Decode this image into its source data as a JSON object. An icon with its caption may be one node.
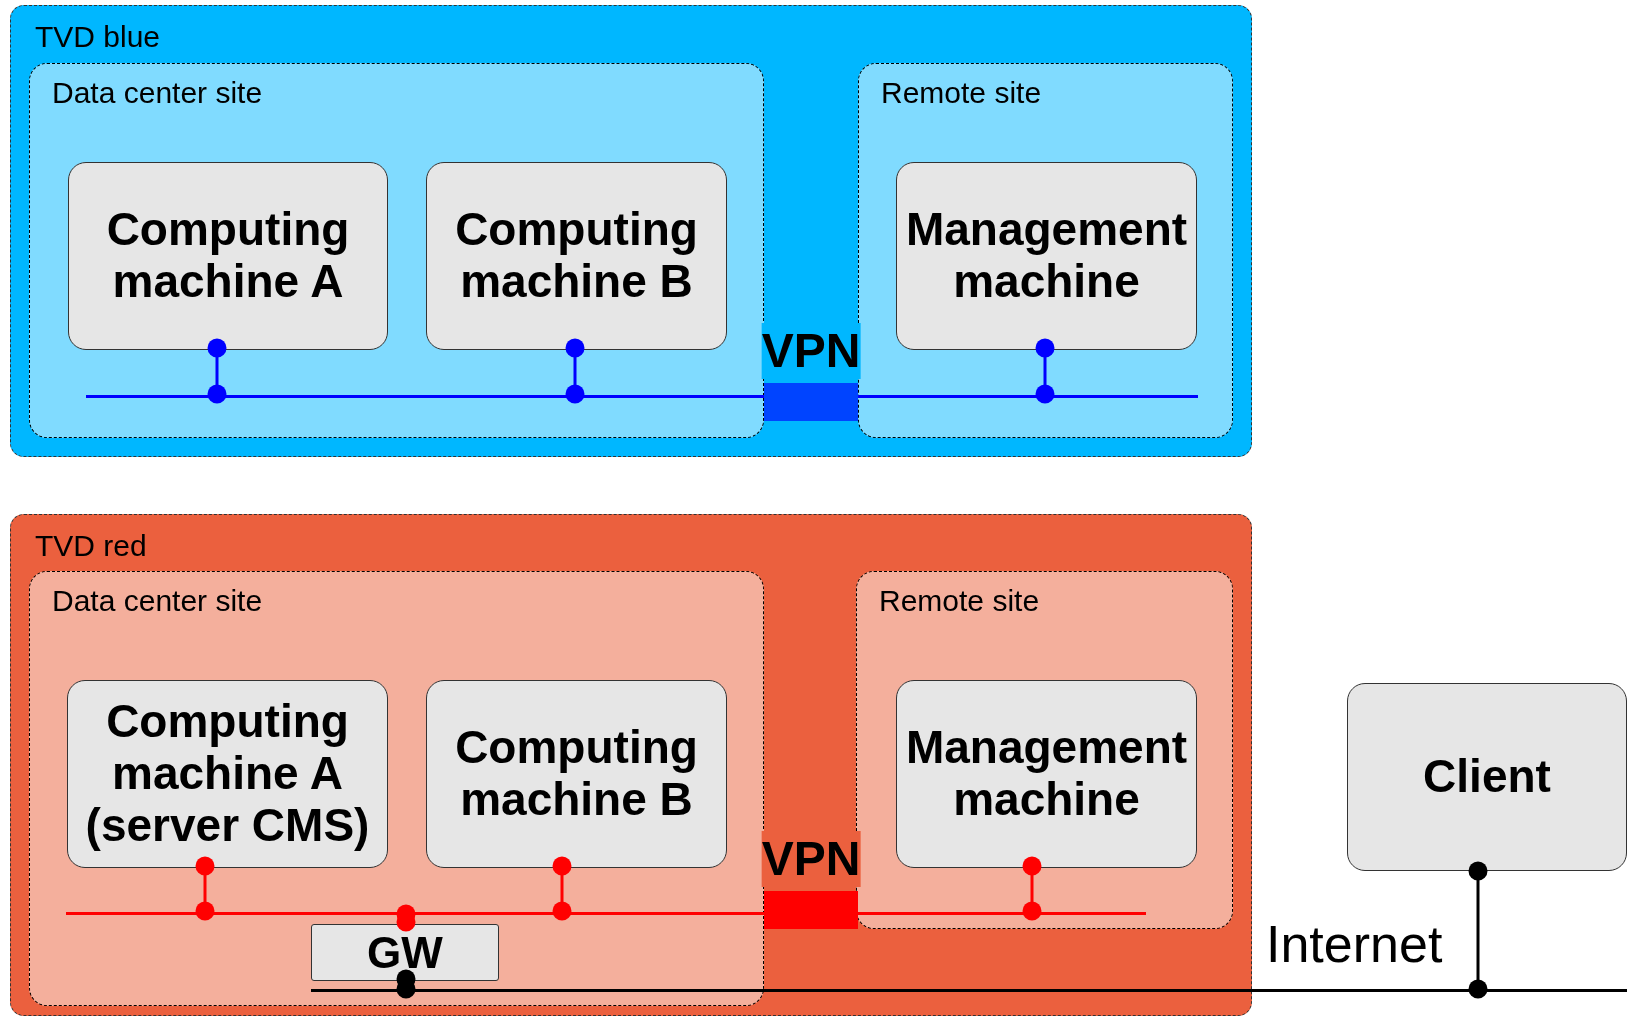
{
  "diagram": {
    "nodes": [
      {
        "text": [
          "TVD blue"
        ]
      },
      {
        "text": [
          "Data center site"
        ],
        "in": 0
      },
      {
        "text": [
          "Computing machine A"
        ],
        "in": 1
      },
      {
        "text": [
          "Computing machine B"
        ],
        "in": 1
      },
      {
        "text": [
          "Remote site"
        ],
        "in": 0
      },
      {
        "text": [
          "Management machine"
        ],
        "in": 4
      },
      {
        "text": [
          "VPN"
        ],
        "in": 0
      },
      {
        "text": [],
        "shape": "bar",
        "in": 0
      },
      {
        "text": [
          "TVD red"
        ]
      },
      {
        "text": [
          "Data center site"
        ],
        "in": 8
      },
      {
        "text": [
          "Computing machine A (server CMS)"
        ],
        "in": 9
      },
      {
        "text": [
          "Computing machine B"
        ],
        "in": 9
      },
      {
        "text": [
          "GW"
        ],
        "in": 9
      },
      {
        "text": [
          "Remote site"
        ],
        "in": 8
      },
      {
        "text": [
          "Management machine"
        ],
        "in": 13
      },
      {
        "text": [
          "VPN"
        ],
        "in": 8
      },
      {
        "text": [],
        "shape": "bar",
        "in": 8
      },
      {
        "text": [
          "Client"
        ]
      },
      {
        "text": [],
        "shape": "bar",
        "beside": [
          "Internet"
        ]
      }
    ],
    "edges": [
      {
        "from": 2,
        "to": 7,
        "arrow": "other",
        "color": "#0000ff"
      },
      {
        "from": 3,
        "to": 7,
        "arrow": "other",
        "color": "#0000ff"
      },
      {
        "from": 5,
        "to": 7,
        "arrow": "other",
        "color": "#0000ff"
      },
      {
        "from": 10,
        "to": 16,
        "arrow": "other",
        "color": "#ff0000"
      },
      {
        "from": 11,
        "to": 16,
        "arrow": "other",
        "color": "#ff0000"
      },
      {
        "from": 14,
        "to": 16,
        "arrow": "other",
        "color": "#ff0000"
      },
      {
        "from": 12,
        "to": 16,
        "arrow": "other",
        "color": "#ff0000"
      },
      {
        "from": 12,
        "to": 18,
        "arrow": "other",
        "color": "#000000"
      },
      {
        "from": 17,
        "to": 18,
        "arrow": "other",
        "color": "#000000"
      }
    ]
  }
}
